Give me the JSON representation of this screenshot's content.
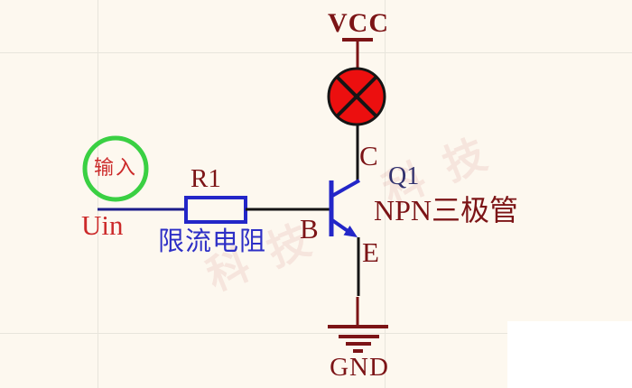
{
  "diagram": {
    "kind": "npn-transistor-lamp-driver-schematic"
  },
  "power": {
    "vcc_label": "VCC",
    "gnd_label": "GND"
  },
  "input": {
    "annotation": "输入",
    "signal_label": "Uin"
  },
  "resistor": {
    "ref": "R1",
    "description": "限流电阻"
  },
  "transistor": {
    "ref": "Q1",
    "type_label": "NPN三极管",
    "collector_label": "C",
    "base_label": "B",
    "emitter_label": "E"
  },
  "lamp": {
    "icon": "lamp-indicator"
  },
  "watermark": {
    "text": "科技"
  },
  "colors": {
    "background": "#fdf8ef",
    "dark_red": "#7c1416",
    "bright_red": "#cc2a2a",
    "schematic_blue": "#2326c8",
    "navy_text": "#32326e",
    "navy_wire": "#1c1c8a",
    "green": "#3ad043",
    "lamp_red": "#ec0f0f",
    "wire_black": "#151515",
    "grid": "#e8e5dc"
  }
}
